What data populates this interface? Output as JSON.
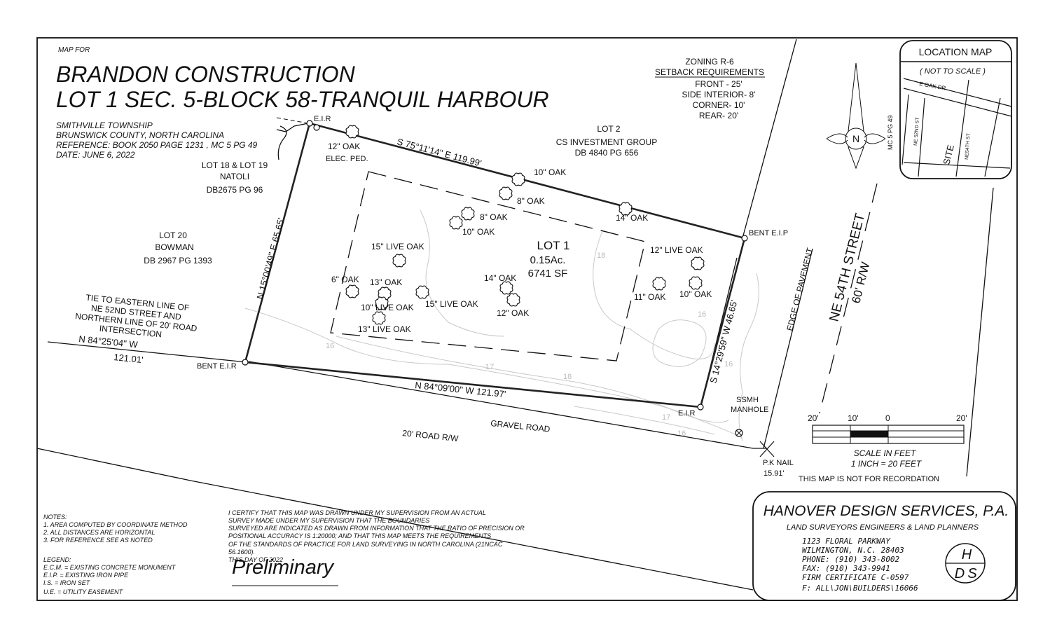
{
  "header": {
    "map_for": "MAP FOR",
    "title_line1": "BRANDON CONSTRUCTION",
    "title_line2": "LOT 1 SEC. 5-BLOCK 58-TRANQUIL HARBOUR",
    "township": "SMITHVILLE TOWNSHIP",
    "county": "BRUNSWICK COUNTY, NORTH CAROLINA",
    "reference": "REFERENCE: BOOK 2050 PAGE 1231 , MC 5  PG 49",
    "date": "DATE: JUNE 6, 2022"
  },
  "zoning": {
    "title": "ZONING R-6",
    "subtitle": "SETBACK REQUIREMENTS",
    "front": "FRONT - 25'",
    "side": "SIDE INTERIOR- 8'",
    "corner": "CORNER- 10'",
    "rear": "REAR- 20'"
  },
  "location_map": {
    "title": "LOCATION  MAP",
    "subtitle": "( NOT TO SCALE )",
    "road1": "E OAK DR",
    "road2": "NE 52ND ST",
    "road3": "NE54TH ST",
    "site": "SITE",
    "ref": "MC 5 PG 49"
  },
  "north_arrow": {
    "label": "N"
  },
  "lot": {
    "name": "LOT 1",
    "acres": "0.15Ac.",
    "sqft": "6741  SF"
  },
  "bearings": {
    "north_line": "S  75°11'14\"  E    119.99'",
    "west_line": "N  15°00'49\"  E    65.65'",
    "south_line": "N  84°09'00\"  W    121.97'",
    "east_line": "S  14°29'59\"  W    46.65'",
    "tie": "N  84°25'04\"  W",
    "tie_distance": "121.01'"
  },
  "monuments": {
    "eir_nw": "E.I.R",
    "bent_eip": "BENT E.I.P",
    "bent_eir": "BENT E.I.R",
    "eir_se": "E.I.R",
    "elec_ped": "ELEC. PED.",
    "ssmh": "SSMH",
    "manhole": "MANHOLE",
    "pk_nail": "P.K NAIL",
    "pk_dist": "15.91'"
  },
  "adjoiners": {
    "lot2_name": "LOT 2",
    "lot2_owner": "CS INVESTMENT GROUP",
    "lot2_deed": "DB 4840 PG 656",
    "lot18_name": "LOT 18 & LOT 19",
    "lot18_owner": "NATOLI",
    "lot18_deed": "DB2675 PG 96",
    "lot20_name": "LOT 20",
    "lot20_owner": "BOWMAN",
    "lot20_deed": "DB 2967 PG 1393"
  },
  "tie_note": {
    "line1": "TIE TO EASTERN LINE OF",
    "line2": "NE 52ND STREET AND",
    "line3": "NORTHERN LINE OF 20' ROAD",
    "line4": "INTERSECTION"
  },
  "streets": {
    "ne54_name": "NE 54TH STREET",
    "ne54_rw": "60' R/W",
    "edge": "EDGE OF PAVEMENT",
    "gravel": "GRAVEL ROAD",
    "road_rw": "20' ROAD R/W"
  },
  "trees": [
    {
      "label": "12\"  OAK"
    },
    {
      "label": "10\"  OAK"
    },
    {
      "label": "8\"  OAK"
    },
    {
      "label": "14\"  OAK"
    },
    {
      "label": "8\"  OAK"
    },
    {
      "label": "10\"  OAK"
    },
    {
      "label": "15\" LIVE OAK"
    },
    {
      "label": "12\"  LIVE OAK"
    },
    {
      "label": "6\" OAK"
    },
    {
      "label": "13\"  OAK"
    },
    {
      "label": "14\" OAK"
    },
    {
      "label": "10\" LIVE OAK"
    },
    {
      "label": "15\" LIVE OAK"
    },
    {
      "label": "12\"  OAK"
    },
    {
      "label": "11\"  OAK"
    },
    {
      "label": "10\"  OAK"
    },
    {
      "label": "13\" LIVE OAK"
    }
  ],
  "contours": [
    "16",
    "17",
    "18",
    "18",
    "17",
    "16",
    "16",
    "16"
  ],
  "scale": {
    "t1": "20'",
    "t2": "10'",
    "t3": "0",
    "t4": "20'",
    "label": "SCALE  IN  FEET",
    "ratio": "1  INCH  =  20  FEET"
  },
  "recordation": "THIS MAP IS NOT FOR RECORDATION",
  "notes": {
    "title": "NOTES:",
    "n1": "1. AREA COMPUTED BY COORDINATE METHOD",
    "n2": "2. ALL DISTANCES ARE HORIZONTAL",
    "n3": "3. FOR REFERENCE SEE AS NOTED"
  },
  "legend": {
    "title": "LEGEND:",
    "l1": "E.C.M. = EXISTING CONCRETE MONUMENT",
    "l2": "E.I.P. = EXISTING IRON PIPE",
    "l3": "I.S. = IRON SET",
    "l4": "U.E. = UTILITY EASEMENT"
  },
  "certification": {
    "c1": "I CERTIFY THAT THIS MAP WAS DRAWN UNDER MY SUPERVISION FROM AN ACTUAL",
    "c2": "SURVEY MADE UNDER MY SUPERVISION THAT THE BOUNDARIES",
    "c3": "SURVEYED ARE INDICATED AS DRAWN FROM INFORMATION THAT THE RATIO OF PRECISION OR",
    "c4": "POSITIONAL ACCURACY IS 1:20000; AND THAT THIS MAP MEETS THE REQUIREMENTS",
    "c5": "OF THE STANDARDS OF PRACTICE FOR LAND SURVEYING IN NORTH CAROLINA (21NCAC",
    "c6": "56.1600).",
    "c7": "THIS        DAY OF            2022",
    "stamp": "Preliminary"
  },
  "company": {
    "name": "HANOVER DESIGN SERVICES, P.A.",
    "tagline": "LAND SURVEYORS   ENGINEERS   & LAND PLANNERS",
    "addr1": "1123 FLORAL PARKWAY",
    "addr2": "WILMINGTON, N.C.  28403",
    "phone": "PHONE:  (910)  343-8002",
    "fax": "FAX:  (910)  343-9941",
    "firm": "FIRM CERTIFICATE   C-0597",
    "file": "F: ALL\\JON\\BUILDERS\\16066",
    "logo_h": "H",
    "logo_d": "D",
    "logo_s": "S"
  }
}
